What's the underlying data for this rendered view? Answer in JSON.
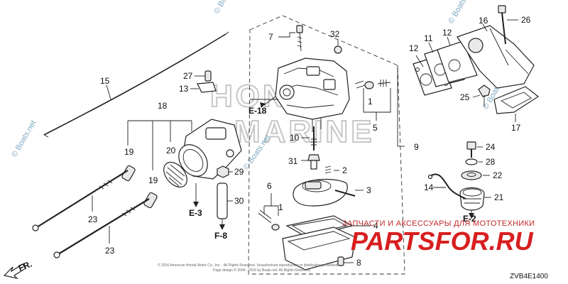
{
  "watermarks": {
    "brand_line1": "HONDA",
    "brand_line2": "MARINE",
    "boats_net": "© Boats.net",
    "ru_subtitle": "ЗАПЧАСТИ И АКСЕССУАРЫ ДЛЯ МОТОТЕХНИКИ",
    "ru_logo": "PARTSFOR.RU"
  },
  "diagram_code": "ZVB4E1400",
  "copyright_line1": "© 2016 American Honda Motor Co., Inc. - All Rights Reserved. Unauthorized reproduction or distribution prohibited.",
  "copyright_line2": "Page design © 2004 - 2016 by Boats.net. All Rights Reserved.",
  "front_label": "FR.",
  "callouts": {
    "c1a": "1",
    "c1b": "1",
    "c2": "2",
    "c3": "3",
    "c4": "4",
    "c5": "5",
    "c6": "6",
    "c7": "7",
    "c8": "8",
    "c9": "9",
    "c10": "10",
    "c11": "11",
    "c12a": "12",
    "c12b": "12",
    "c13": "13",
    "c14": "14",
    "c15": "15",
    "c16": "16",
    "c17": "17",
    "c18": "18",
    "c19a": "19",
    "c19b": "19",
    "c20": "20",
    "c21": "21",
    "c22": "22",
    "c23a": "23",
    "c23b": "23",
    "c24": "24",
    "c25": "25",
    "c26": "26",
    "c27": "27",
    "c28": "28",
    "c29": "29",
    "c30": "30",
    "c31": "31",
    "c32": "32"
  },
  "refs": {
    "e18": "E-18",
    "e3": "E-3",
    "f8": "F-8",
    "e2": "E-2"
  }
}
